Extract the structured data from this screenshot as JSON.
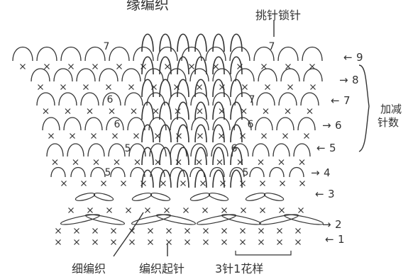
{
  "title": "缘编织",
  "top_label": "挑针锁针",
  "side_label_line1": "加减",
  "side_label_line2": "针数",
  "bottom_labels": {
    "fine": "细编织",
    "start": "编织起针",
    "repeat": "3针1花样"
  },
  "row_numbers": [
    "1",
    "2",
    "3",
    "4",
    "5",
    "6",
    "7",
    "8",
    "9"
  ],
  "row_directions": [
    "←",
    "→",
    "←",
    "→",
    "←",
    "→",
    "←",
    "→",
    "←"
  ],
  "increase_marks": [
    "5",
    "5",
    "5",
    "6",
    "6",
    "6",
    "6",
    "7",
    "7"
  ],
  "colors": {
    "ink": "#333333",
    "background": "#ffffff"
  }
}
